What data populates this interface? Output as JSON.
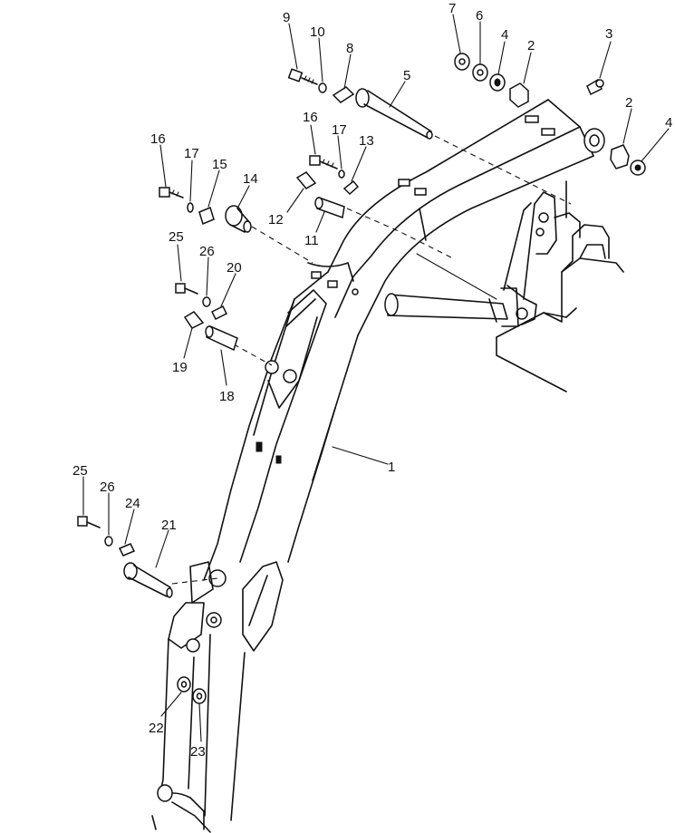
{
  "callouts": [
    {
      "id": "c1",
      "label": "1"
    },
    {
      "id": "c2a",
      "label": "2"
    },
    {
      "id": "c2b",
      "label": "2"
    },
    {
      "id": "c3",
      "label": "3"
    },
    {
      "id": "c4a",
      "label": "4"
    },
    {
      "id": "c4b",
      "label": "4"
    },
    {
      "id": "c5",
      "label": "5"
    },
    {
      "id": "c6",
      "label": "6"
    },
    {
      "id": "c7",
      "label": "7"
    },
    {
      "id": "c8",
      "label": "8"
    },
    {
      "id": "c9",
      "label": "9"
    },
    {
      "id": "c10",
      "label": "10"
    },
    {
      "id": "c11",
      "label": "11"
    },
    {
      "id": "c12",
      "label": "12"
    },
    {
      "id": "c13",
      "label": "13"
    },
    {
      "id": "c14",
      "label": "14"
    },
    {
      "id": "c15",
      "label": "15"
    },
    {
      "id": "c16a",
      "label": "16"
    },
    {
      "id": "c16b",
      "label": "16"
    },
    {
      "id": "c17a",
      "label": "17"
    },
    {
      "id": "c17b",
      "label": "17"
    },
    {
      "id": "c18",
      "label": "18"
    },
    {
      "id": "c19",
      "label": "19"
    },
    {
      "id": "c20",
      "label": "20"
    },
    {
      "id": "c21",
      "label": "21"
    },
    {
      "id": "c22",
      "label": "22"
    },
    {
      "id": "c23",
      "label": "23"
    },
    {
      "id": "c24",
      "label": "24"
    },
    {
      "id": "c25a",
      "label": "25"
    },
    {
      "id": "c25b",
      "label": "25"
    },
    {
      "id": "c26a",
      "label": "26"
    },
    {
      "id": "c26b",
      "label": "26"
    }
  ]
}
